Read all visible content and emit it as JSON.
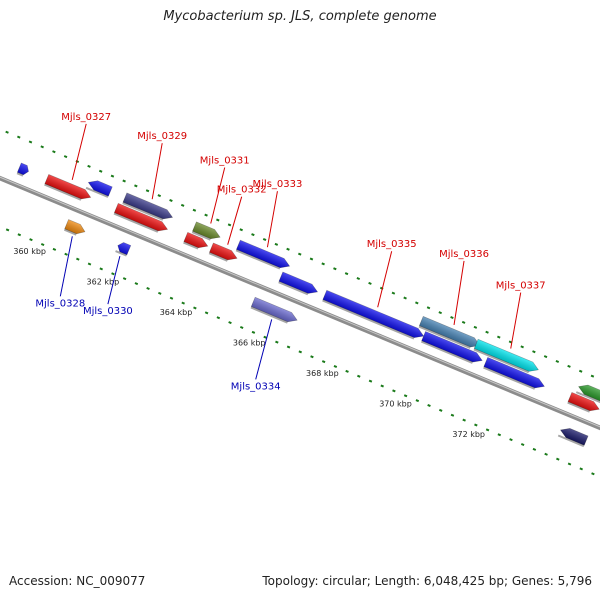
{
  "title": "Mycobacterium sp. JLS, complete genome",
  "footer": {
    "accession": "Accession: NC_009077",
    "summary": "Topology: circular; Length: 6,048,425 bp; Genes: 5,796"
  },
  "colors": {
    "backbone": "#8c8c8c",
    "dots": "#1a7a1a",
    "label_top": "#d40000",
    "label_bottom": "#0000b4"
  },
  "ticks": [
    {
      "label": "360 kbp",
      "pos": 360
    },
    {
      "label": "362 kbp",
      "pos": 362
    },
    {
      "label": "364 kbp",
      "pos": 364
    },
    {
      "label": "366 kbp",
      "pos": 366
    },
    {
      "label": "368 kbp",
      "pos": 368
    },
    {
      "label": "370 kbp",
      "pos": 370
    },
    {
      "label": "372 kbp",
      "pos": 372
    }
  ],
  "genes": [
    {
      "id": "g-a",
      "label": "",
      "start": 358.95,
      "end": 359.2,
      "strand": "+",
      "lane": 1,
      "color": "#1010ee"
    },
    {
      "id": "g-0327",
      "label": "Mjls_0327",
      "start": 359.7,
      "end": 360.9,
      "strand": "+",
      "lane": 1,
      "color": "#ee1010"
    },
    {
      "id": "g-0328",
      "label": "Mjls_0328",
      "start": 360.6,
      "end": 361.1,
      "strand": "+",
      "lane": 3,
      "color": "#f08a10"
    },
    {
      "id": "g-b",
      "label": "",
      "start": 360.7,
      "end": 361.3,
      "strand": "-",
      "lane": 2,
      "color": "#1010ee"
    },
    {
      "id": "g-0329",
      "label": "Mjls_0329",
      "start": 361.7,
      "end": 363.0,
      "strand": "+",
      "lane": 2,
      "color": "#3a3a8a"
    },
    {
      "id": "g-c",
      "label": "",
      "start": 361.6,
      "end": 363.0,
      "strand": "+",
      "lane": 1,
      "color": "#ee1010"
    },
    {
      "id": "g-0330",
      "label": "Mjls_0330",
      "start": 362.0,
      "end": 362.3,
      "strand": "-",
      "lane": 3,
      "color": "#1010ee"
    },
    {
      "id": "g-0331",
      "label": "Mjls_0331",
      "start": 363.6,
      "end": 364.3,
      "strand": "+",
      "lane": 2,
      "color": "#6a8a2a"
    },
    {
      "id": "g-d",
      "label": "",
      "start": 363.5,
      "end": 364.1,
      "strand": "+",
      "lane": 1,
      "color": "#ee1010"
    },
    {
      "id": "g-0332",
      "label": "Mjls_0332",
      "start": 364.2,
      "end": 364.9,
      "strand": "+",
      "lane": 1,
      "color": "#ee1010"
    },
    {
      "id": "g-0333",
      "label": "Mjls_0333",
      "start": 364.8,
      "end": 366.2,
      "strand": "+",
      "lane": 2,
      "color": "#1010ee"
    },
    {
      "id": "g-0334",
      "label": "Mjls_0334",
      "start": 365.7,
      "end": 366.9,
      "strand": "+",
      "lane": 3,
      "color": "#6a6ad0"
    },
    {
      "id": "g-e",
      "label": "",
      "start": 366.1,
      "end": 367.1,
      "strand": "+",
      "lane": 1,
      "color": "#1010ee"
    },
    {
      "id": "g-0335",
      "label": "Mjls_0335",
      "start": 367.3,
      "end": 370.0,
      "strand": "+",
      "lane": 1,
      "color": "#1010ee"
    },
    {
      "id": "g-0336",
      "label": "Mjls_0336",
      "start": 369.8,
      "end": 371.4,
      "strand": "+",
      "lane": 2,
      "color": "#4682b4"
    },
    {
      "id": "g-f",
      "label": "",
      "start": 370.0,
      "end": 371.6,
      "strand": "+",
      "lane": 1,
      "color": "#1010ee"
    },
    {
      "id": "g-0337",
      "label": "Mjls_0337",
      "start": 371.3,
      "end": 373.0,
      "strand": "+",
      "lane": 2,
      "color": "#00e5ee"
    },
    {
      "id": "g-g",
      "label": "",
      "start": 371.7,
      "end": 373.3,
      "strand": "+",
      "lane": 1,
      "color": "#1010ee"
    },
    {
      "id": "g-h",
      "label": "",
      "start": 374.0,
      "end": 374.8,
      "strand": "+",
      "lane": 1,
      "color": "#ee1010"
    },
    {
      "id": "g-i",
      "label": "",
      "start": 374.1,
      "end": 374.8,
      "strand": "-",
      "lane": 2,
      "color": "#2a9a2a"
    },
    {
      "id": "g-j",
      "label": "",
      "start": 374.1,
      "end": 374.8,
      "strand": "-",
      "lane": 3,
      "color": "#1a1a6a"
    }
  ]
}
